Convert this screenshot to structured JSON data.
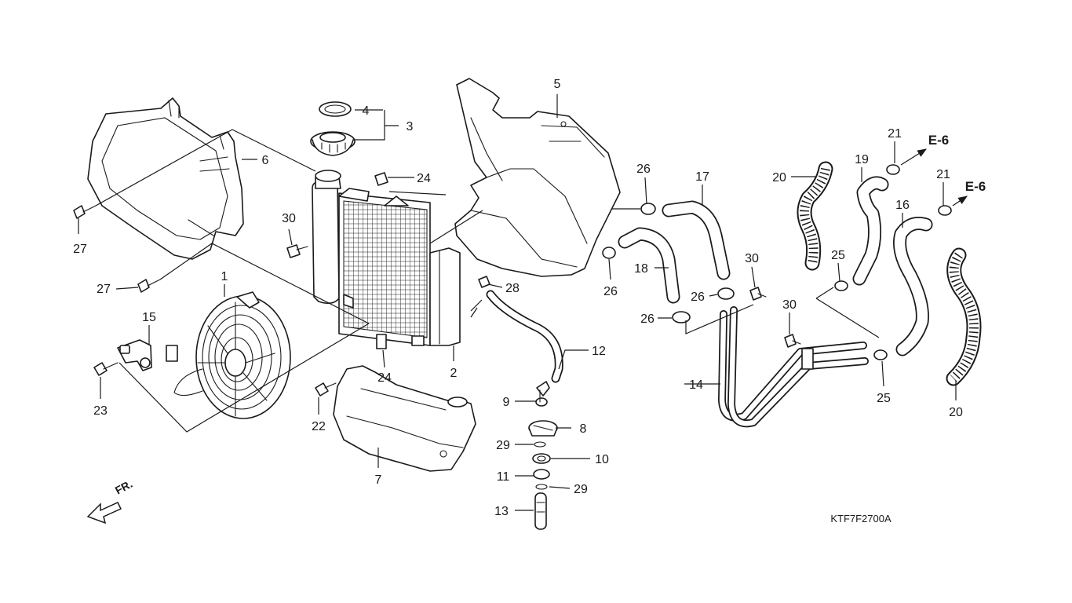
{
  "diagram": {
    "callouts": [
      "1",
      "2",
      "3",
      "4",
      "5",
      "6",
      "7",
      "8",
      "9",
      "10",
      "11",
      "12",
      "13",
      "14",
      "15",
      "16",
      "17",
      "18",
      "19",
      "20",
      "20",
      "21",
      "21",
      "22",
      "23",
      "24",
      "24",
      "25",
      "25",
      "26",
      "26",
      "26",
      "26",
      "27",
      "27",
      "28",
      "29",
      "29",
      "30",
      "30",
      "30"
    ],
    "refs": [
      "E-6",
      "E-6"
    ],
    "front_marker": "FR.",
    "code": "KTF7F2700A"
  }
}
